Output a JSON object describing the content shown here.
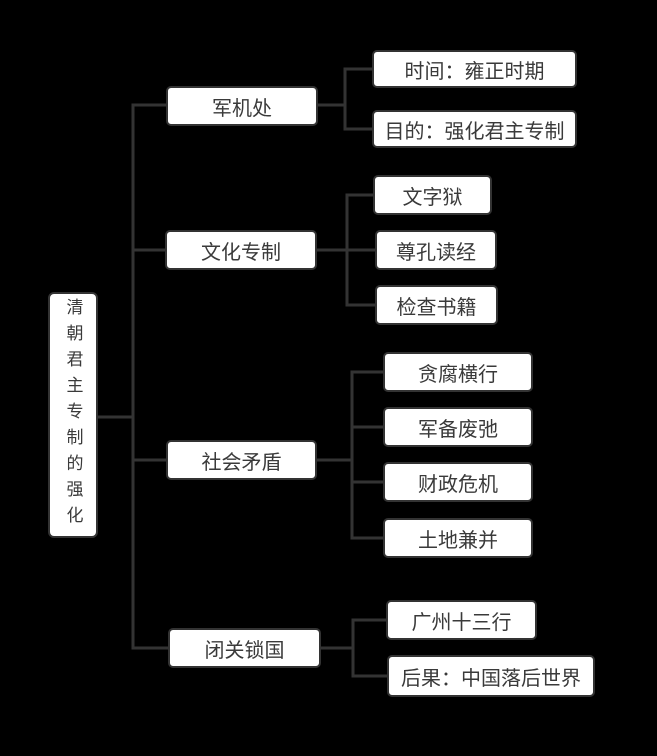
{
  "diagram": {
    "title": "清朝君主专制的强化",
    "root": {
      "label": "清朝君主专制的强化"
    },
    "branches": [
      {
        "label": "军机处",
        "children": [
          {
            "label": "时间：雍正时期"
          },
          {
            "label": "目的：强化君主专制"
          }
        ]
      },
      {
        "label": "文化专制",
        "children": [
          {
            "label": "文字狱"
          },
          {
            "label": "尊孔读经"
          },
          {
            "label": "检查书籍"
          }
        ]
      },
      {
        "label": "社会矛盾",
        "children": [
          {
            "label": "贪腐横行"
          },
          {
            "label": "军备废弛"
          },
          {
            "label": "财政危机"
          },
          {
            "label": "土地兼并"
          }
        ]
      },
      {
        "label": "闭关锁国",
        "children": [
          {
            "label": "广州十三行"
          },
          {
            "label": "后果：中国落后世界"
          }
        ]
      }
    ],
    "colors": {
      "background": "#000000",
      "node_fill": "#ffffff",
      "node_border": "#333333",
      "text": "#3a3a3a",
      "line": "#333333"
    }
  }
}
